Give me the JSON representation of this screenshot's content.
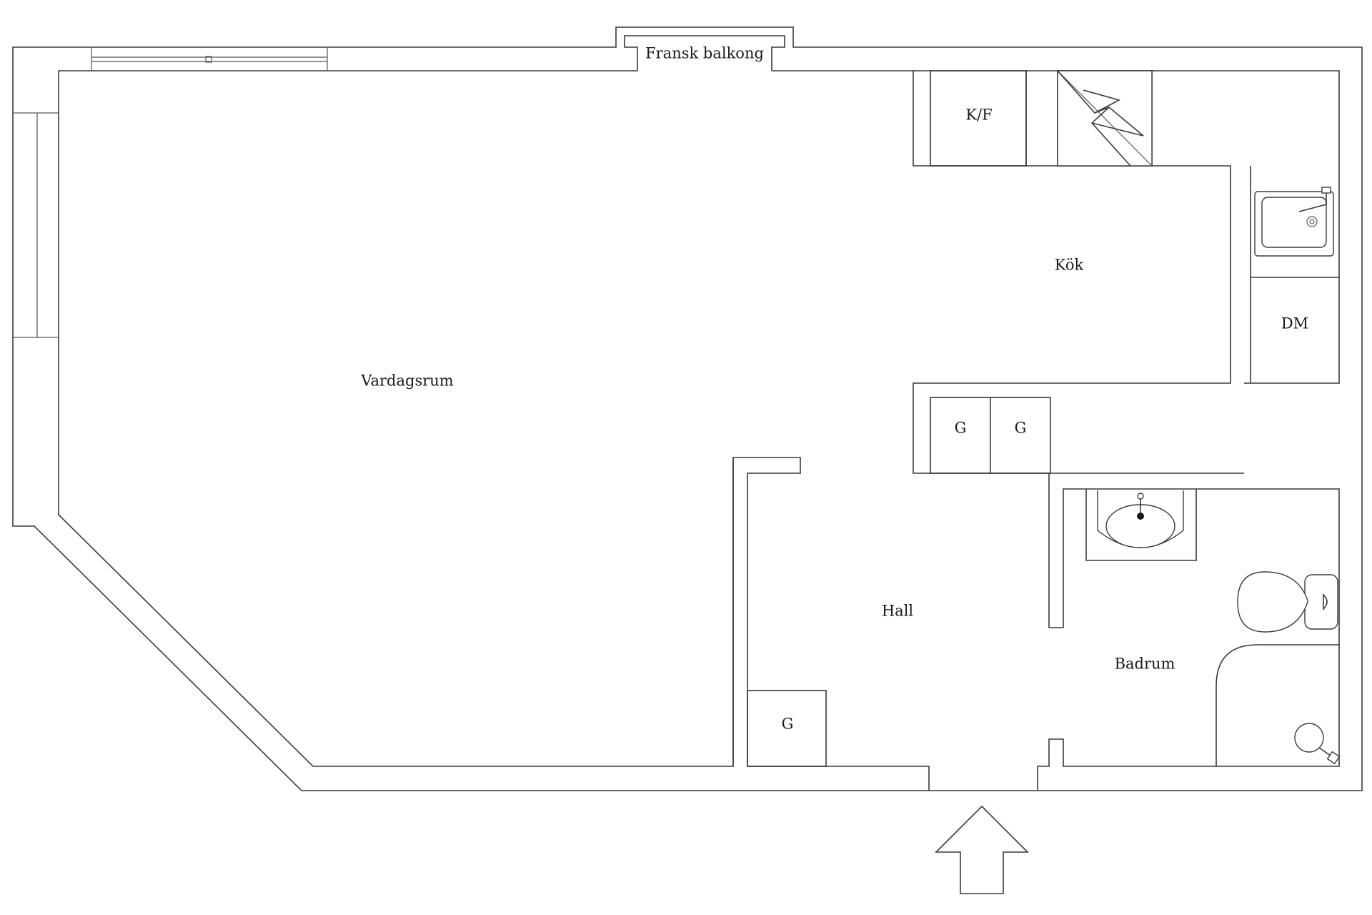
{
  "rooms": {
    "vardagsrum": "Vardagsrum",
    "kok": "Kök",
    "hall": "Hall",
    "badrum": "Badrum"
  },
  "fixtures": {
    "balcony": "Fransk balkong",
    "fridge_freezer": "K/F",
    "dishwasher": "DM",
    "closet_1": "G",
    "closet_2": "G",
    "closet_3": "G"
  },
  "colors": {
    "wall": "#3a3a3a",
    "background": "#ffffff",
    "label": "#1a1a1a"
  },
  "icons": {
    "entrance": "up-arrow-icon",
    "stove": "stove-icon",
    "sink": "sink-icon",
    "washbasin": "washbasin-icon",
    "toilet": "toilet-icon",
    "shower": "shower-icon"
  }
}
